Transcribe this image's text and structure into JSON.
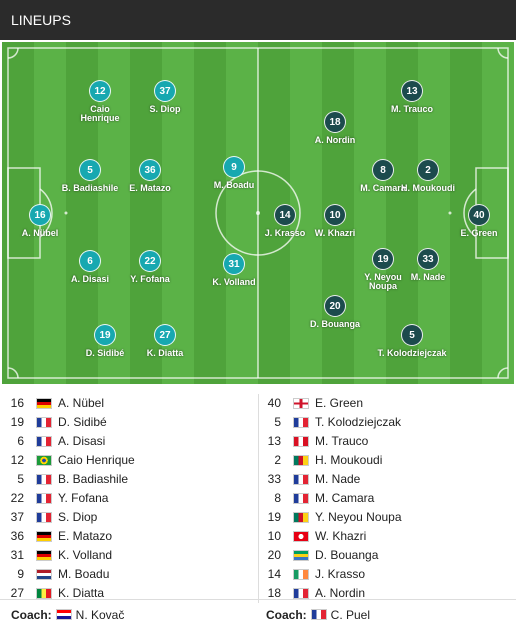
{
  "header": {
    "title": "LINEUPS"
  },
  "pitch_home": [
    {
      "n": "12",
      "name": "Caio\nHenrique"
    },
    {
      "n": "37",
      "name": "S. Diop"
    },
    {
      "n": "5",
      "name": "B. Badiashile"
    },
    {
      "n": "36",
      "name": "E. Matazo"
    },
    {
      "n": "9",
      "name": "M. Boadu"
    },
    {
      "n": "16",
      "name": "A. Nübel"
    },
    {
      "n": "6",
      "name": "A. Disasi"
    },
    {
      "n": "22",
      "name": "Y. Fofana"
    },
    {
      "n": "31",
      "name": "K. Volland"
    },
    {
      "n": "19",
      "name": "D. Sidibé"
    },
    {
      "n": "27",
      "name": "K. Diatta"
    }
  ],
  "pitch_away": [
    {
      "n": "13",
      "name": "M. Trauco"
    },
    {
      "n": "18",
      "name": "A. Nordin"
    },
    {
      "n": "8",
      "name": "M. Camara"
    },
    {
      "n": "2",
      "name": "H. Moukoudi"
    },
    {
      "n": "14",
      "name": "J. Krasso"
    },
    {
      "n": "10",
      "name": "W. Khazri"
    },
    {
      "n": "40",
      "name": "E. Green"
    },
    {
      "n": "19",
      "name": "Y. Neyou\nNoupa"
    },
    {
      "n": "33",
      "name": "M. Nade"
    },
    {
      "n": "20",
      "name": "D. Bouanga"
    },
    {
      "n": "5",
      "name": "T. Kolodziejczak"
    }
  ],
  "home_list": [
    {
      "n": "16",
      "flag": "de",
      "name": "A. Nübel"
    },
    {
      "n": "19",
      "flag": "fr",
      "name": "D. Sidibé"
    },
    {
      "n": "6",
      "flag": "fr",
      "name": "A. Disasi"
    },
    {
      "n": "12",
      "flag": "br",
      "name": "Caio Henrique"
    },
    {
      "n": "5",
      "flag": "fr",
      "name": "B. Badiashile"
    },
    {
      "n": "22",
      "flag": "fr",
      "name": "Y. Fofana"
    },
    {
      "n": "37",
      "flag": "fr",
      "name": "S. Diop"
    },
    {
      "n": "36",
      "flag": "de",
      "name": "E. Matazo"
    },
    {
      "n": "31",
      "flag": "de",
      "name": "K. Volland"
    },
    {
      "n": "9",
      "flag": "nl",
      "name": "M. Boadu"
    },
    {
      "n": "27",
      "flag": "sn",
      "name": "K. Diatta"
    }
  ],
  "away_list": [
    {
      "n": "40",
      "flag": "en",
      "name": "E. Green"
    },
    {
      "n": "5",
      "flag": "fr",
      "name": "T. Kolodziejczak"
    },
    {
      "n": "13",
      "flag": "pe",
      "name": "M. Trauco"
    },
    {
      "n": "2",
      "flag": "cm",
      "name": "H. Moukoudi"
    },
    {
      "n": "33",
      "flag": "fr",
      "name": "M. Nade"
    },
    {
      "n": "8",
      "flag": "fr",
      "name": "M. Camara"
    },
    {
      "n": "19",
      "flag": "cm",
      "name": "Y. Neyou Noupa"
    },
    {
      "n": "10",
      "flag": "tn",
      "name": "W. Khazri"
    },
    {
      "n": "20",
      "flag": "ga",
      "name": "D. Bouanga"
    },
    {
      "n": "14",
      "flag": "ie",
      "name": "J. Krasso"
    },
    {
      "n": "18",
      "flag": "fr",
      "name": "A. Nordin"
    }
  ],
  "coaches": {
    "label": "Coach:",
    "home": {
      "flag": "hr",
      "name": "N. Kovač"
    },
    "away": {
      "flag": "fr",
      "name": "C. Puel"
    }
  }
}
